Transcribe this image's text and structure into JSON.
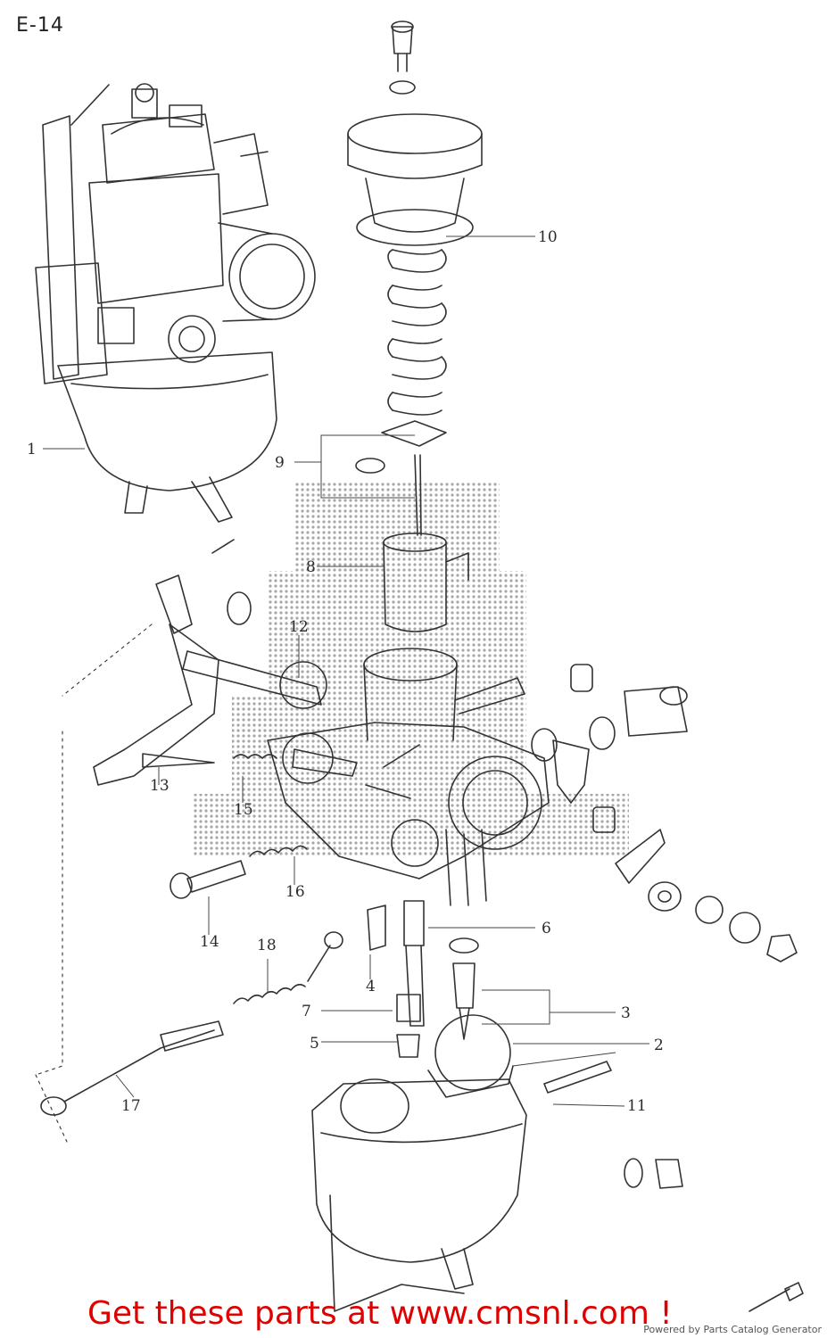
{
  "header": {
    "page_code": "E-14"
  },
  "callouts": [
    "1",
    "2",
    "3",
    "4",
    "5",
    "6",
    "7",
    "8",
    "9",
    "10",
    "11",
    "12",
    "13",
    "14",
    "15",
    "16",
    "17",
    "18"
  ],
  "footer": {
    "promo": "Get these parts at www.cmsnl.com !",
    "credit": "Powered by Parts Catalog Generator"
  },
  "colors": {
    "ink": "#333333",
    "promo": "#e00000",
    "halftone": "#9a9a9a"
  }
}
